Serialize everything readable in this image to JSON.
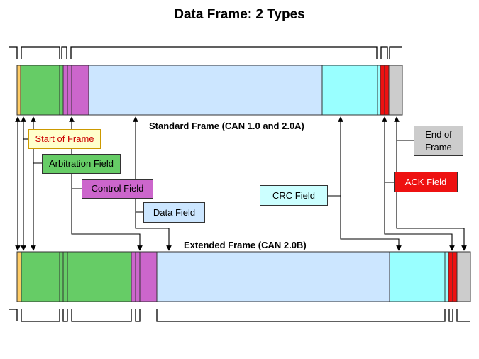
{
  "title": "Data Frame: 2 Types",
  "frames": {
    "standard": "Standard Frame (CAN 1.0 and 2.0A)",
    "extended": "Extended Frame (CAN 2.0B)"
  },
  "labels": {
    "start_of_frame": "Start of Frame",
    "arbitration_field": "Arbitration Field",
    "control_field": "Control Field",
    "data_field": "Data Field",
    "crc_field": "CRC Field",
    "ack_field": "ACK Field",
    "end_of_frame_line1": "End of",
    "end_of_frame_line2": "Frame"
  },
  "colors": {
    "start_of_frame": "#ffcc66",
    "arbitration": "#66cc66",
    "control": "#cc66cc",
    "data": "#cce6ff",
    "crc": "#99ffff",
    "ack": "#ee1111",
    "end_of_frame": "#cccccc",
    "sof_label_bg": "#ffffcc",
    "sof_label_text": "#cc0000"
  }
}
